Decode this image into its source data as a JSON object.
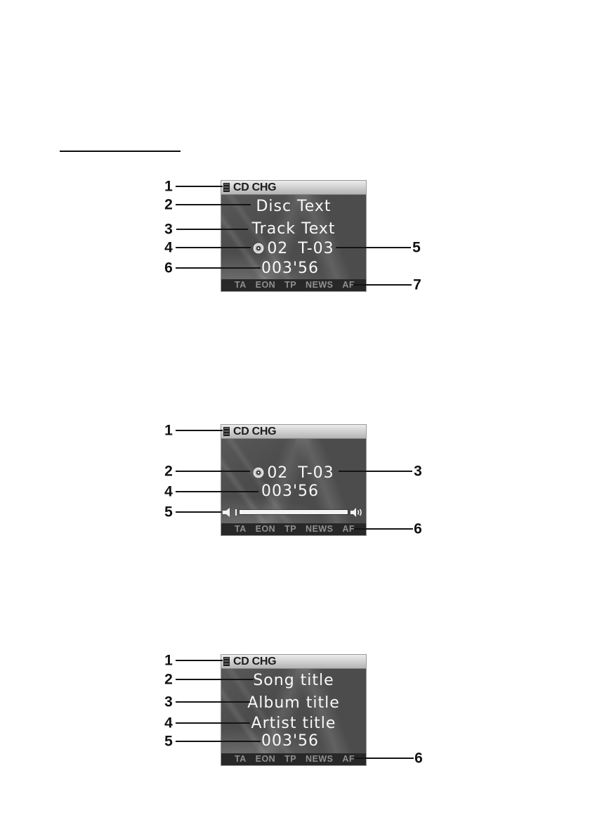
{
  "colors": {
    "screen_body": "#4c4c4c",
    "screen_header_bg": "#c6c6c6",
    "status_bar_bg": "#282828",
    "status_text": "#909090",
    "display_text": "#f8f8f8",
    "header_text": "#1c1c1c",
    "callout_text": "#111111"
  },
  "screens": [
    {
      "name": "cd-text-display",
      "header_icon": "disc-changer-icon",
      "header_title": "CD CHG",
      "disc_text": "Disc Text",
      "track_text": "Track Text",
      "disc_icon": "cd-icon",
      "disc_number": "02",
      "track_number": "T-03",
      "play_time": "003'56",
      "status": [
        "TA",
        "EON",
        "TP",
        "NEWS",
        "AF"
      ],
      "callouts": [
        "1",
        "2",
        "3",
        "4",
        "5",
        "6",
        "7"
      ]
    },
    {
      "name": "cd-playback-volume-display",
      "header_icon": "disc-changer-icon",
      "header_title": "CD CHG",
      "disc_icon": "cd-icon",
      "disc_number": "02",
      "track_number": "T-03",
      "play_time": "003'56",
      "volume_icons": [
        "speaker-min-icon",
        "speaker-max-icon"
      ],
      "status": [
        "TA",
        "EON",
        "TP",
        "NEWS",
        "AF"
      ],
      "callouts": [
        "1",
        "2",
        "3",
        "4",
        "5",
        "6"
      ]
    },
    {
      "name": "mp3-tag-display",
      "header_icon": "disc-changer-icon",
      "header_title": "CD CHG",
      "song_title": "Song title",
      "album_title": "Album title",
      "artist_title": "Artist title",
      "play_time": "003'56",
      "status": [
        "TA",
        "EON",
        "TP",
        "NEWS",
        "AF"
      ],
      "callouts": [
        "1",
        "2",
        "3",
        "4",
        "5",
        "6"
      ]
    }
  ]
}
